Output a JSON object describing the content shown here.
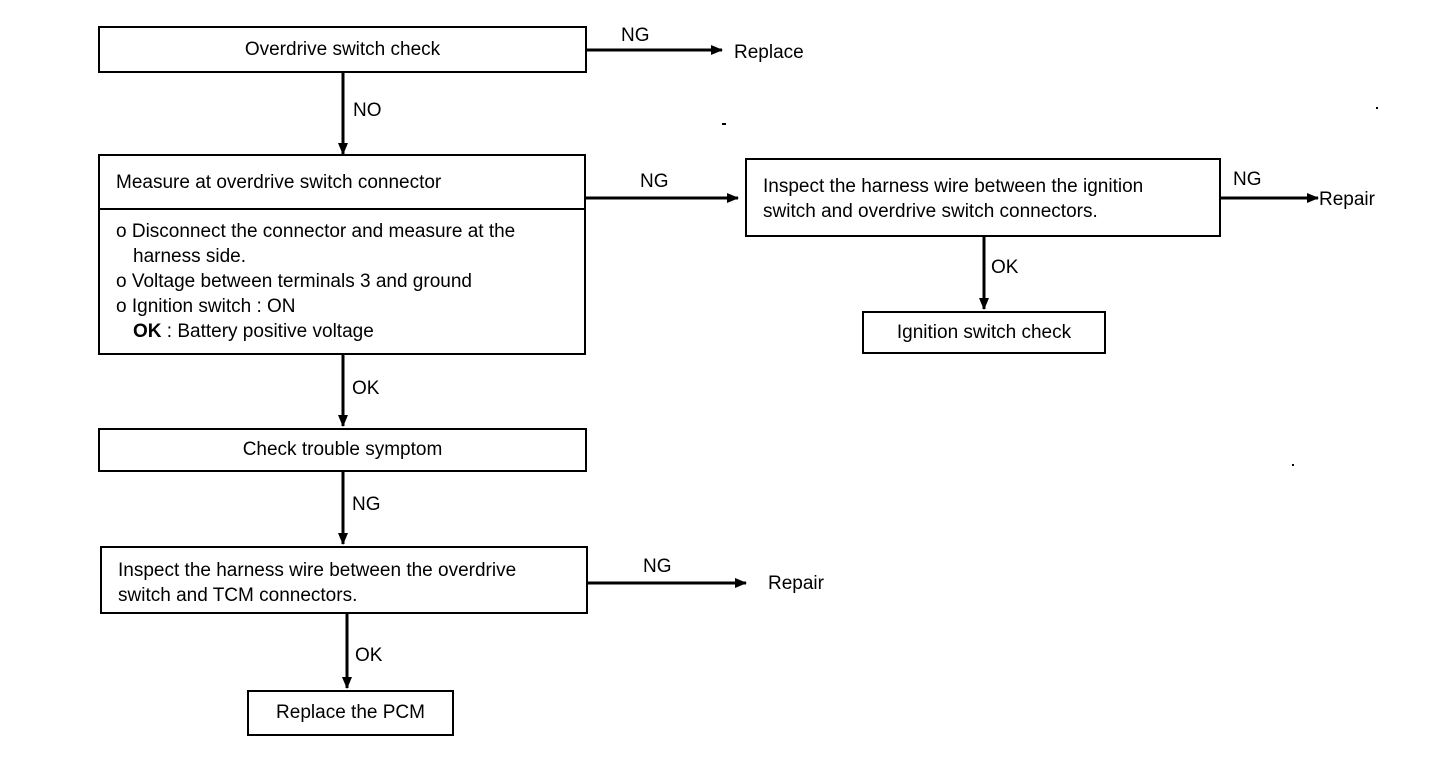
{
  "steps": {
    "s1": "Overdrive switch check",
    "s2_head": "Measure at overdrive switch connector",
    "s2_items": [
      "o Disconnect the connector and measure at the",
      "harness side.",
      "o Voltage between terminals 3 and ground",
      "o Ignition switch : ON"
    ],
    "s2_ok_bold": "OK",
    "s2_ok_rest": " : Battery positive voltage",
    "s3": "Check trouble symptom",
    "s4_line1": "Inspect the harness wire between the overdrive",
    "s4_line2": "switch and TCM connectors.",
    "s5": "Replace the PCM",
    "r1_line1": "Inspect the harness wire between the ignition",
    "r1_line2": "switch and overdrive switch connectors.",
    "r2": "Ignition switch check"
  },
  "outcomes": {
    "replace": "Replace",
    "repair_right": "Repair",
    "repair_bottom": "Repair"
  },
  "edges": {
    "e_ng_top": "NG",
    "e_no": "NO",
    "e_ng_mid": "NG",
    "e_ng_right": "NG",
    "e_ok_right": "OK",
    "e_ok_1": "OK",
    "e_ng_2": "NG",
    "e_ng_3": "NG",
    "e_ok_3": "OK"
  }
}
